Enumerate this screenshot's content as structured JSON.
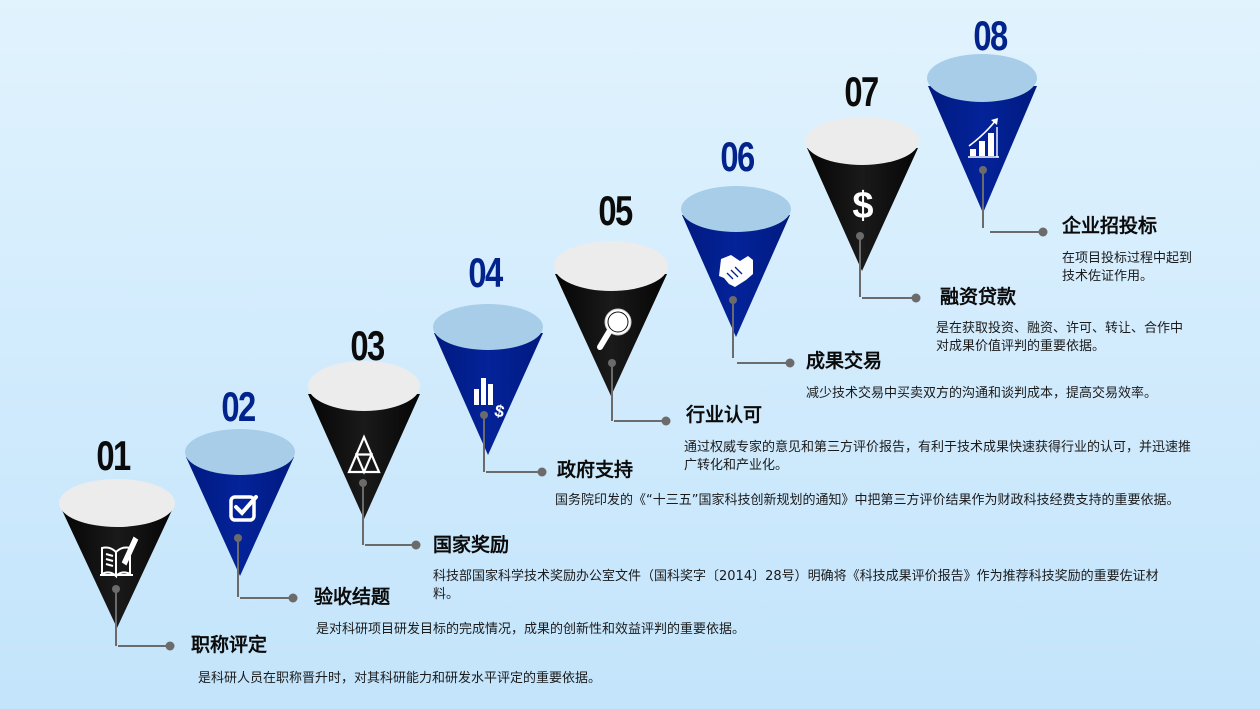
{
  "colors": {
    "background_top": "#e1f3fd",
    "background_bottom": "#c3e4fb",
    "cone_dark": "#0f0f0f",
    "cone_dark_top": "#ececec",
    "cone_blue": "#021d8f",
    "cone_blue_top": "#a7cde9",
    "number_dark": "#0b0b0b",
    "number_blue": "#02238c",
    "connector": "#6b6b6b"
  },
  "steps": [
    {
      "number": "01",
      "style": "dark",
      "icon": "book-pen-icon",
      "title": "职称评定",
      "description": "是科研人员在职称晋升时，对其科研能力和研发水平评定的重要依据。"
    },
    {
      "number": "02",
      "style": "blue",
      "icon": "checkbox-icon",
      "title": "验收结题",
      "description": "是对科研项目研发目标的完成情况，成果的创新性和效益评判的重要依据。"
    },
    {
      "number": "03",
      "style": "dark",
      "icon": "triangle-award-icon",
      "title": "国家奖励",
      "description": "科技部国家科学技术奖励办公室文件（国科奖字〔2014〕28号）明确将《科技成果评价报告》作为推荐科技奖励的重要佐证材料。"
    },
    {
      "number": "04",
      "style": "blue",
      "icon": "bar-chart-dollar-icon",
      "title": "政府支持",
      "description": "国务院印发的《“十三五”国家科技创新规划的通知》中把第三方评价结果作为财政科技经费支持的重要依据。"
    },
    {
      "number": "05",
      "style": "dark",
      "icon": "magnifier-icon",
      "title": "行业认可",
      "description": "通过权威专家的意见和第三方评价报告，有利于技术成果快速获得行业的认可，并迅速推广转化和产业化。"
    },
    {
      "number": "06",
      "style": "blue",
      "icon": "handshake-icon",
      "title": "成果交易",
      "description": "减少技术交易中买卖双方的沟通和谈判成本，提高交易效率。"
    },
    {
      "number": "07",
      "style": "dark",
      "icon": "dollar-icon",
      "title": "融资贷款",
      "description": "是在获取投资、融资、许可、转让、合作中对成果价值评判的重要依据。"
    },
    {
      "number": "08",
      "style": "blue",
      "icon": "growth-chart-icon",
      "title": "企业招投标",
      "description": "在项目投标过程中起到技术佐证作用。"
    }
  ]
}
